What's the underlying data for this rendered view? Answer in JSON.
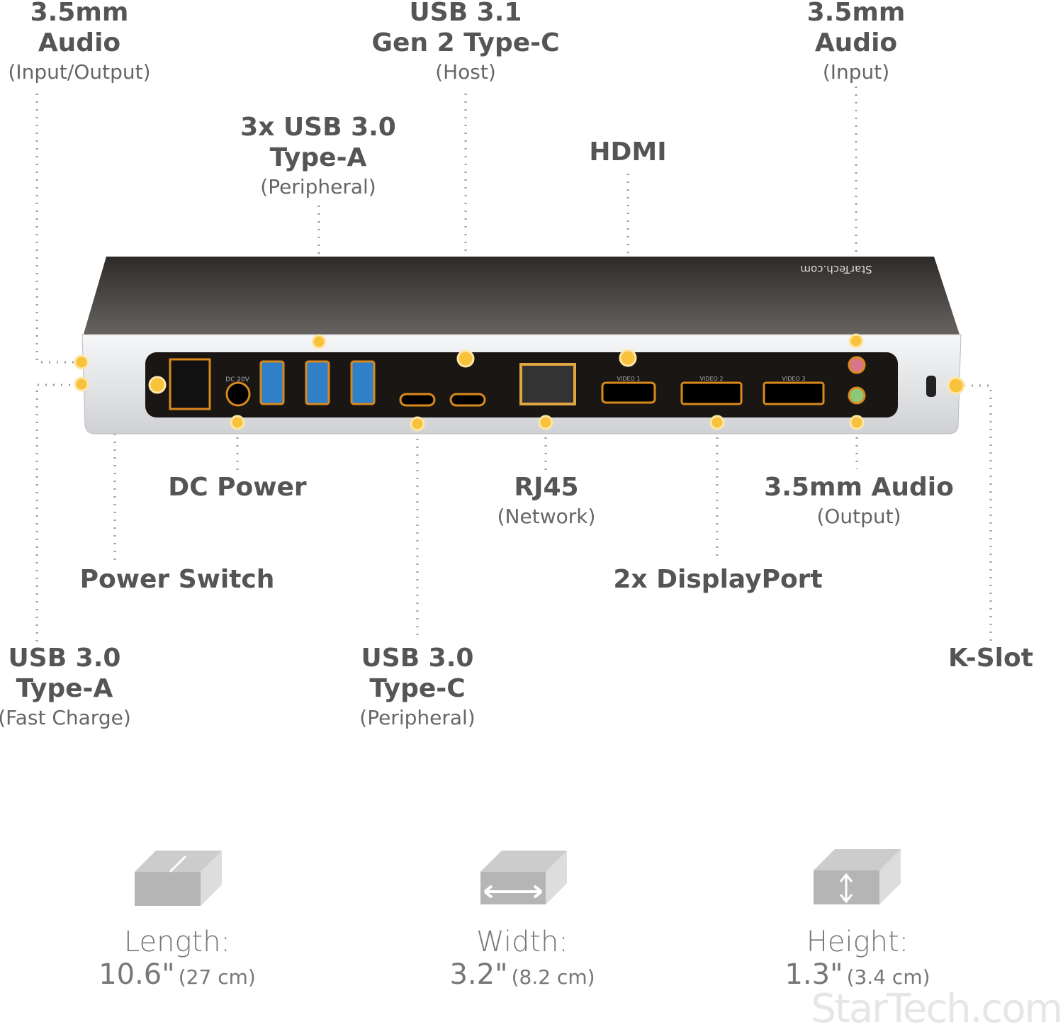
{
  "colors": {
    "accent": "#f9c23c",
    "body_top": "#3a3533",
    "panel": "#1a1614",
    "silver": "#e8e9eb",
    "text": "#555555"
  },
  "logo_on_device": "StarTech.com",
  "port_markings": {
    "dc": "DC 20V",
    "video1": "VIDEO 1",
    "video2": "VIDEO 2",
    "video3": "VIDEO 3"
  },
  "labels": {
    "audio_io": {
      "title1": "3.5mm",
      "title2": "Audio",
      "sub": "(Input/Output)"
    },
    "usb31_host": {
      "title1": "USB 3.1",
      "title2": "Gen 2 Type-C",
      "sub": "(Host)"
    },
    "audio_in": {
      "title1": "3.5mm",
      "title2": "Audio",
      "sub": "(Input)"
    },
    "usb30_peripheral_a": {
      "title1": "3x USB 3.0",
      "title2": "Type-A",
      "sub": "(Peripheral)"
    },
    "hdmi": {
      "title1": "HDMI"
    },
    "dc_power": {
      "title1": "DC Power"
    },
    "rj45": {
      "title1": "RJ45",
      "sub": "(Network)"
    },
    "audio_out": {
      "title1": "3.5mm Audio",
      "sub": "(Output)"
    },
    "power_switch": {
      "title1": "Power Switch"
    },
    "displayport": {
      "title1": "2x DisplayPort"
    },
    "usb30_fast": {
      "title1": "USB 3.0",
      "title2": "Type-A",
      "sub": "(Fast Charge)"
    },
    "usb30_typec": {
      "title1": "USB 3.0",
      "title2": "Type-C",
      "sub": "(Peripheral)"
    },
    "kslot": {
      "title1": "K-Slot"
    }
  },
  "dimensions": [
    {
      "label": "Length:",
      "imperial": "10.6\"",
      "metric": "(27 cm)",
      "icon": "box-length-icon"
    },
    {
      "label": "Width:",
      "imperial": "3.2\"",
      "metric": "(8.2 cm)",
      "icon": "box-width-icon"
    },
    {
      "label": "Height:",
      "imperial": "1.3\"",
      "metric": "(3.4 cm)",
      "icon": "box-height-icon"
    }
  ],
  "watermark": "StarTech.com"
}
